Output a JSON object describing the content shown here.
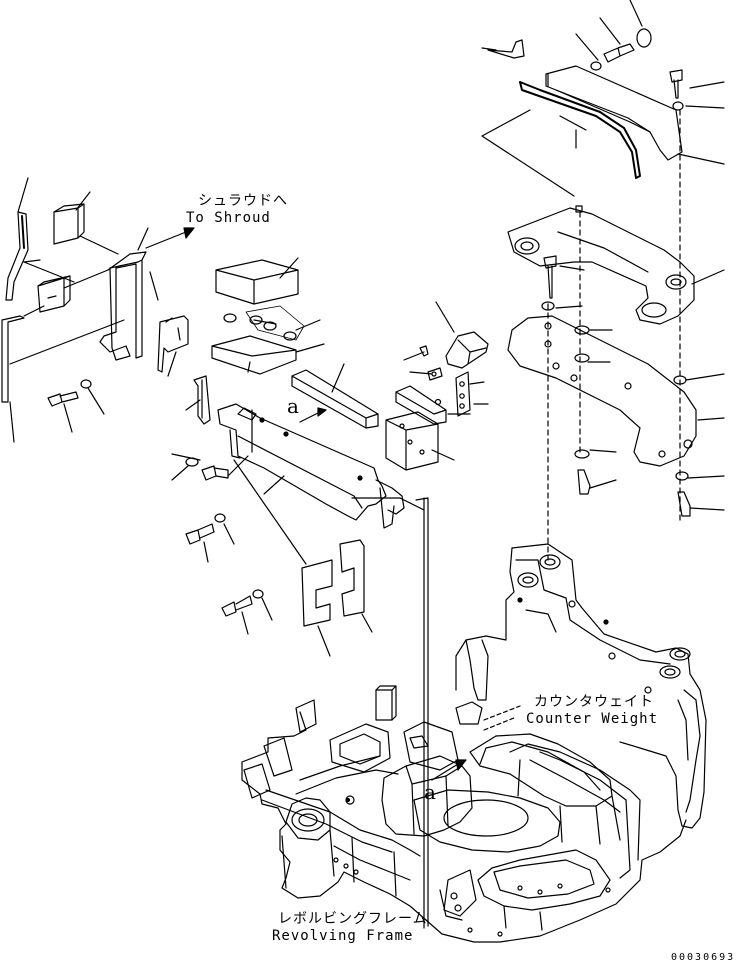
{
  "labels": {
    "shroud_jp": "シュラウドへ",
    "shroud_en": "To Shroud",
    "counterweight_jp": "カウンタウェイト",
    "counterweight_en": "Counter Weight",
    "frame_jp": "レボルビングフレーム",
    "frame_en": "Revolving Frame",
    "view_marker": "a",
    "drawing_number": "00030693"
  },
  "colors": {
    "line": "#000000",
    "background": "#ffffff"
  }
}
